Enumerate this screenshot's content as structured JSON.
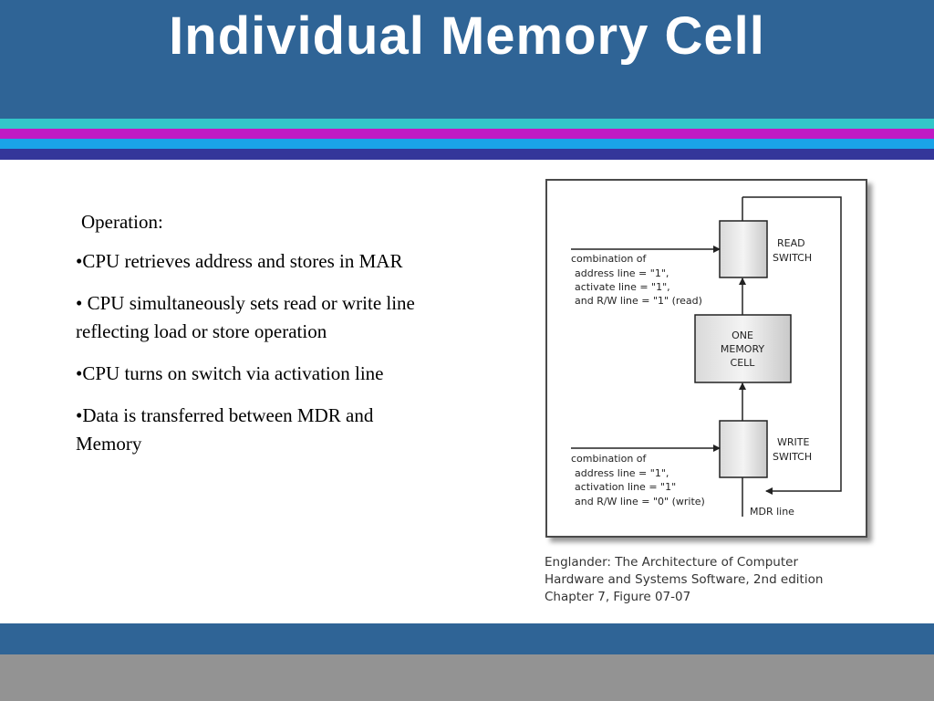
{
  "slide": {
    "title": "Individual Memory Cell",
    "intro": "Operation:",
    "bullets": [
      "•CPU retrieves address and stores in MAR",
      "• CPU simultaneously sets read or write line reflecting load or store operation",
      "•CPU turns on switch via activation line",
      "•Data is transferred between MDR and Memory"
    ]
  },
  "figure": {
    "read_switch": [
      "READ",
      "SWITCH"
    ],
    "memory_cell": [
      "ONE",
      "MEMORY",
      "CELL"
    ],
    "write_switch": [
      "WRITE",
      "SWITCH"
    ],
    "read_inputs": [
      "combination of",
      "address line = \"1\",",
      "activate line = \"1\",",
      "and R/W line = \"1\" (read)"
    ],
    "write_inputs": [
      "combination of",
      "address line = \"1\",",
      "activation line = \"1\"",
      "and R/W line = \"0\" (write)"
    ],
    "mdr_line": "MDR line"
  },
  "caption": [
    "Englander: The Architecture of Computer",
    "Hardware and Systems Software, 2nd edition",
    "Chapter 7, Figure 07-07"
  ],
  "colors": {
    "header": "#2f6496",
    "stripes": [
      "#33c6c9",
      "#c01ac4",
      "#1aa3e8",
      "#34369a"
    ],
    "footer": "#939393"
  }
}
